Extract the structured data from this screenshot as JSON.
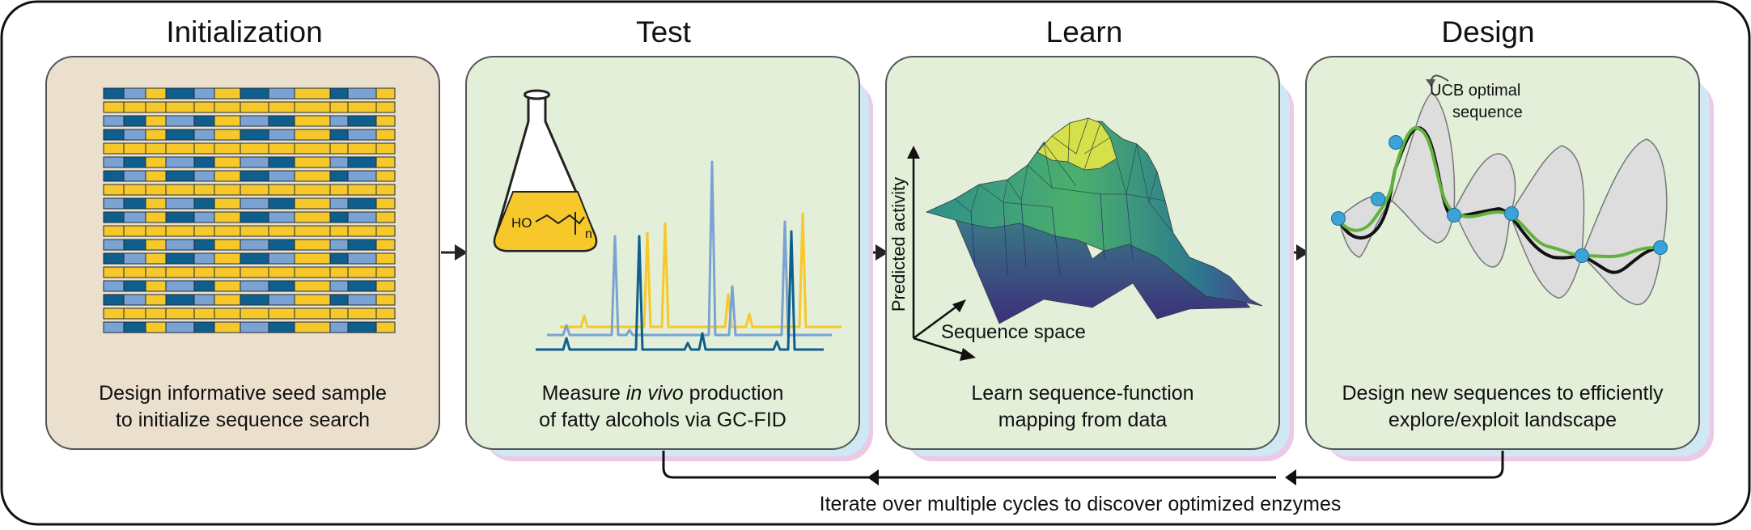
{
  "panels": [
    {
      "title": "Initialization",
      "caption_line1": "Design informative seed sample",
      "caption_line2": "to initialize sequence search"
    },
    {
      "title": "Test",
      "caption_pre": "Measure ",
      "caption_italic": "in vivo",
      "caption_post": " production",
      "caption_line2": "of fatty alcohols via GC-FID"
    },
    {
      "title": "Learn",
      "caption_line1": "Learn sequence-function",
      "caption_line2": "mapping from data"
    },
    {
      "title": "Design",
      "caption_line1": "Design new sequences to efficiently",
      "caption_line2": "explore/exploit landscape"
    }
  ],
  "flask_label": {
    "ho": "HO",
    "n": "n"
  },
  "landscape_axes": {
    "ylabel": "Predicted activity",
    "xlabel": "Sequence space"
  },
  "ucb_label": {
    "line1": "UCB optimal",
    "line2": "sequence"
  },
  "iterate_caption": "Iterate over multiple cycles to discover optimized enzymes",
  "colors": {
    "dark_blue": "#0f5f8e",
    "light_blue": "#7aa3d3",
    "yellow": "#f7c82a",
    "init_panel": "#ebe0cd",
    "panel_green": "#e3efd8",
    "green_curve": "#62b33e",
    "point_blue": "#3ba3d6",
    "band_gray": "#dddddd"
  },
  "icons": [
    "right-arrow-icon",
    "erlenmeyer-flask-icon",
    "return-loop-arrow-icon",
    "curved-pointer-arrow-icon"
  ]
}
